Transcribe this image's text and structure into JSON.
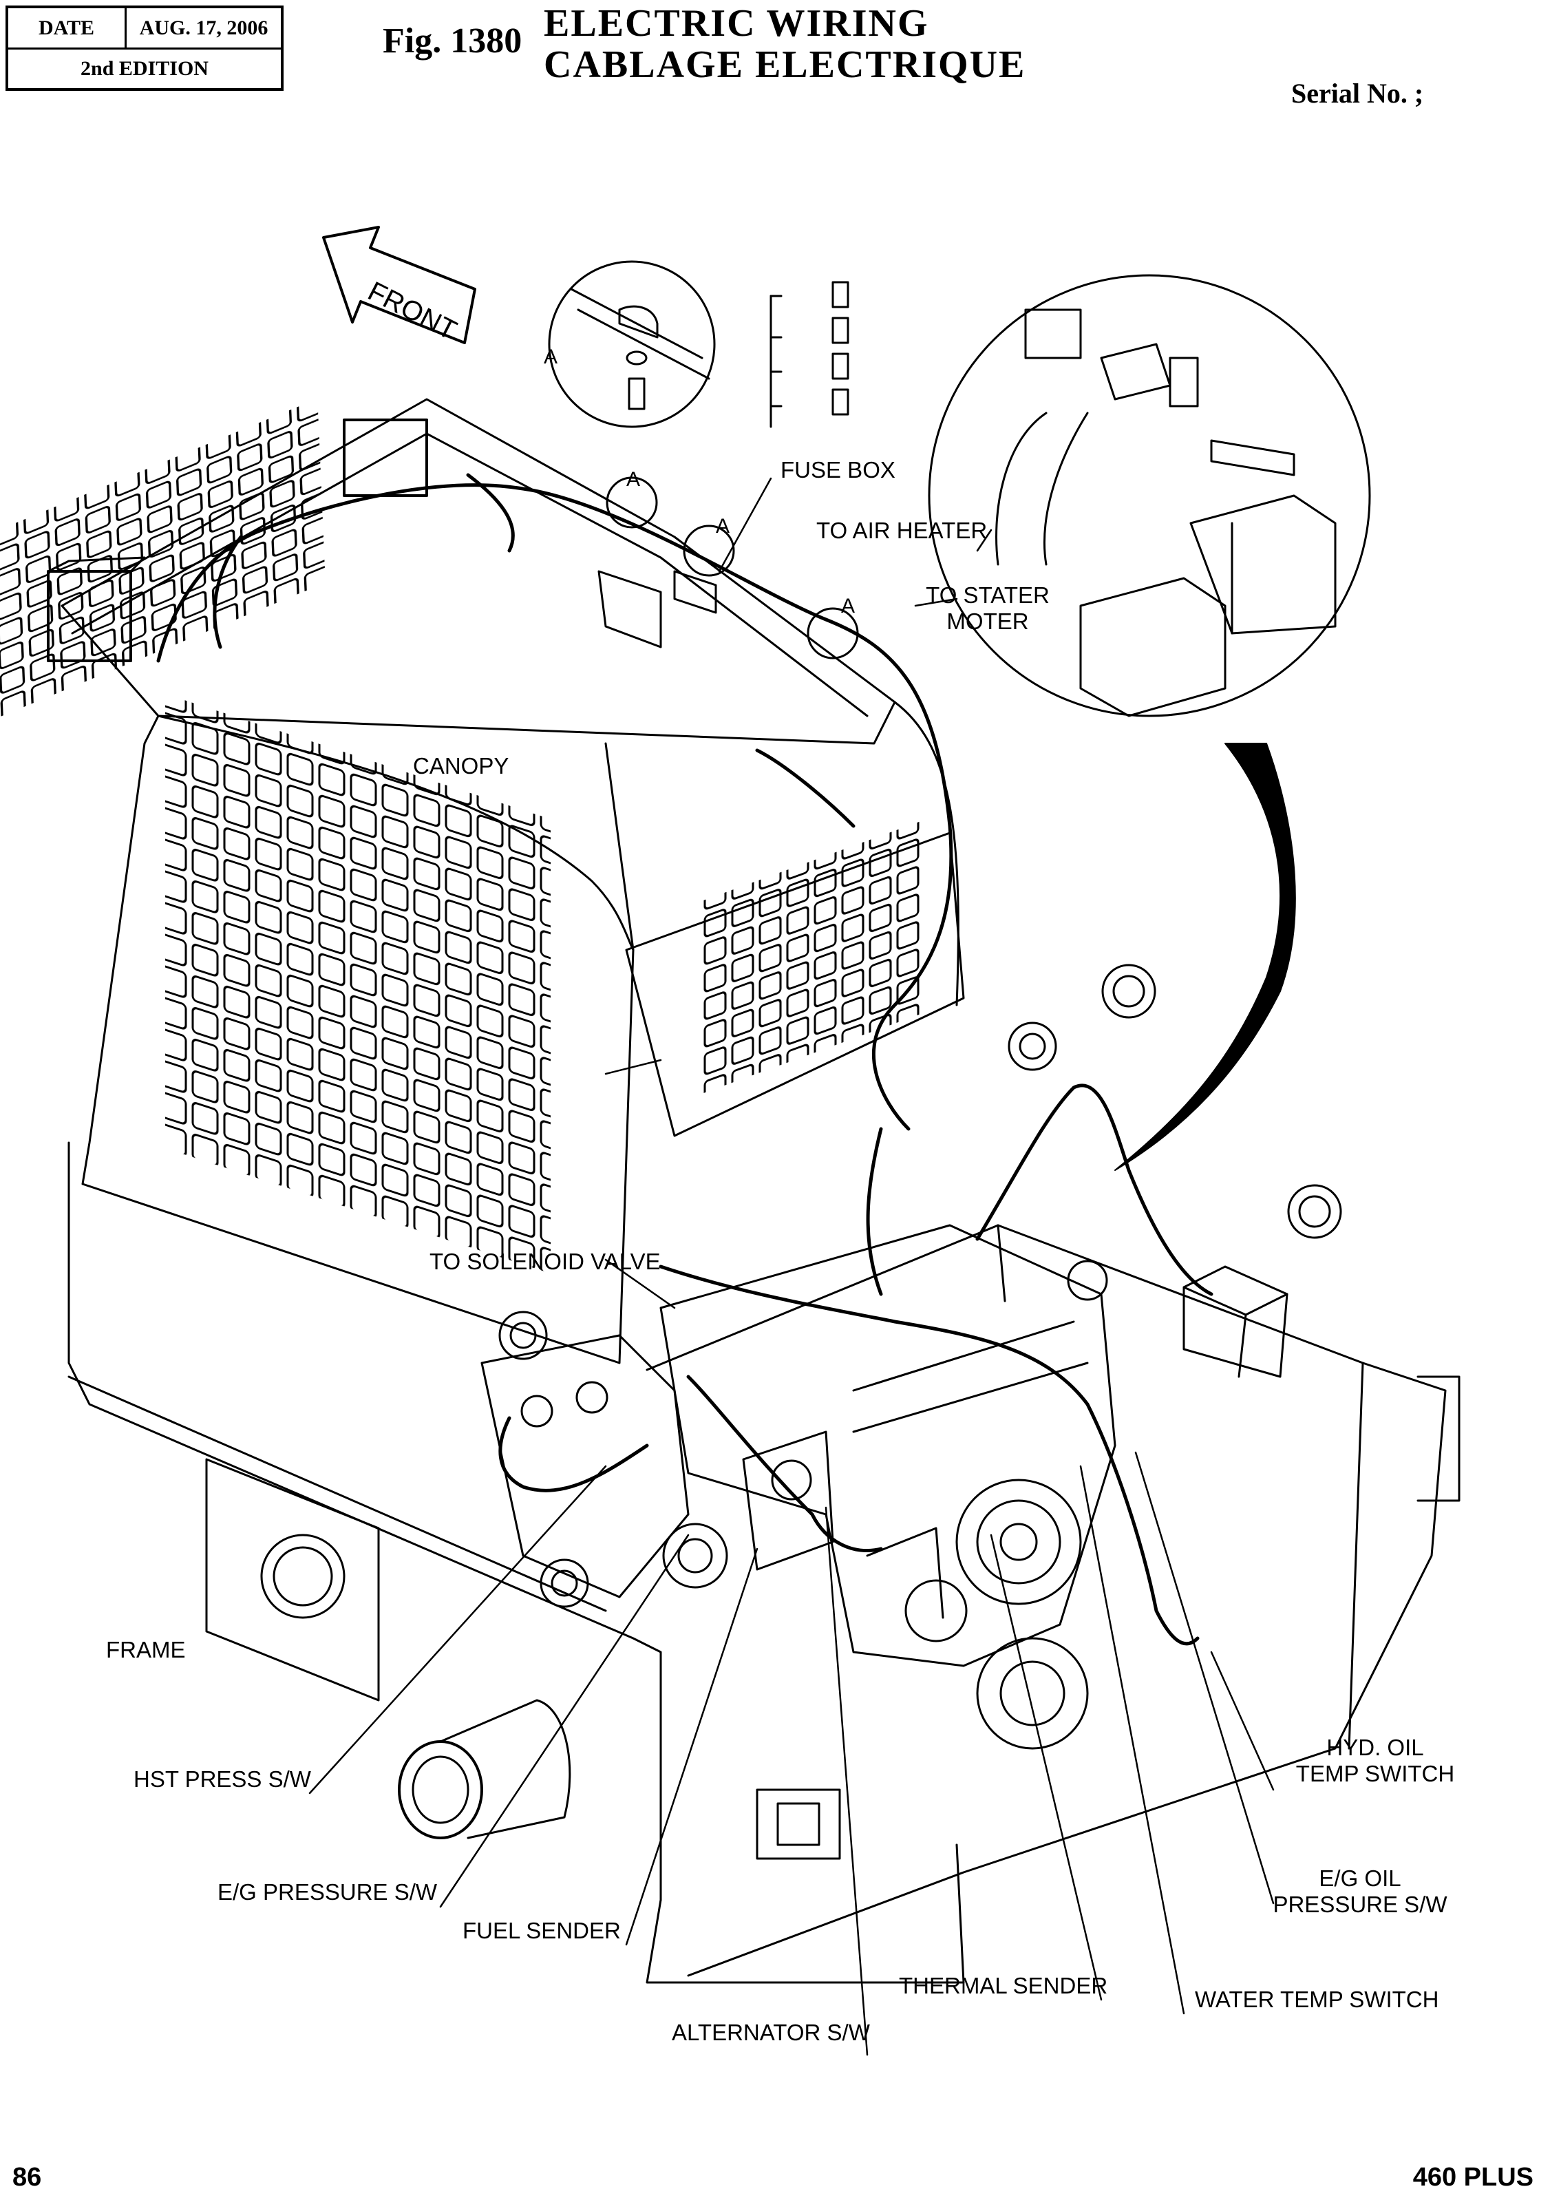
{
  "header": {
    "date_label": "DATE",
    "date_value": "AUG. 17, 2006",
    "edition": "2nd EDITION",
    "figure": "Fig. 1380",
    "title_en": "ELECTRIC  WIRING",
    "title_fr": "CABLAGE  ELECTRIQUE",
    "serial": "Serial No. ;"
  },
  "footer": {
    "page": "86",
    "model": "460 PLUS"
  },
  "diagram": {
    "front_arrow": "FRONT",
    "detail_letter": "A",
    "labels": {
      "fuse_box": "FUSE BOX",
      "to_air_heater": "TO AIR HEATER",
      "to_stater_moter_1": "TO STATER",
      "to_stater_moter_2": "MOTER",
      "canopy": "CANOPY",
      "to_solenoid_valve": "TO SOLENOID VALVE",
      "frame": "FRAME",
      "hst_press_sw": "HST PRESS S/W",
      "eg_pressure_sw": "E/G PRESSURE S/W",
      "fuel_sender": "FUEL SENDER",
      "alternator_sw": "ALTERNATOR S/W",
      "thermal_sender": "THERMAL SENDER",
      "water_temp_switch": "WATER TEMP SWITCH",
      "eg_oil_pressure_sw_1": "E/G OIL",
      "eg_oil_pressure_sw_2": "PRESSURE S/W",
      "hyd_oil_temp_switch_1": "HYD. OIL",
      "hyd_oil_temp_switch_2": "TEMP SWITCH"
    }
  }
}
